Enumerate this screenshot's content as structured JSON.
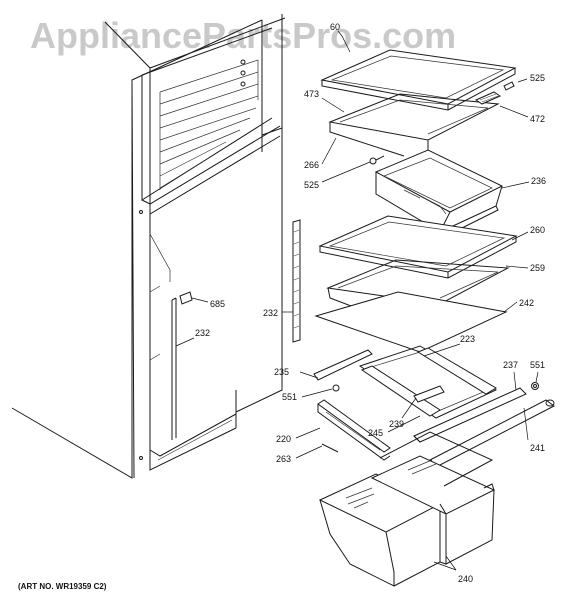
{
  "watermark": "AppliancePartsPros.com",
  "art_number": "(ART NO. WR19359 C2)",
  "callouts": {
    "c60": "60",
    "c525_top": "525",
    "c473": "473",
    "c472": "472",
    "c266": "266",
    "c525_mid": "525",
    "c236": "236",
    "c260": "260",
    "c259": "259",
    "c685": "685",
    "c232_left": "232",
    "c232_mid": "232",
    "c242": "242",
    "c223": "223",
    "c235": "235",
    "c237": "237",
    "c551_right": "551",
    "c551_left": "551",
    "c239": "239",
    "c245": "245",
    "c220": "220",
    "c241": "241",
    "c263": "263",
    "c240": "240"
  }
}
